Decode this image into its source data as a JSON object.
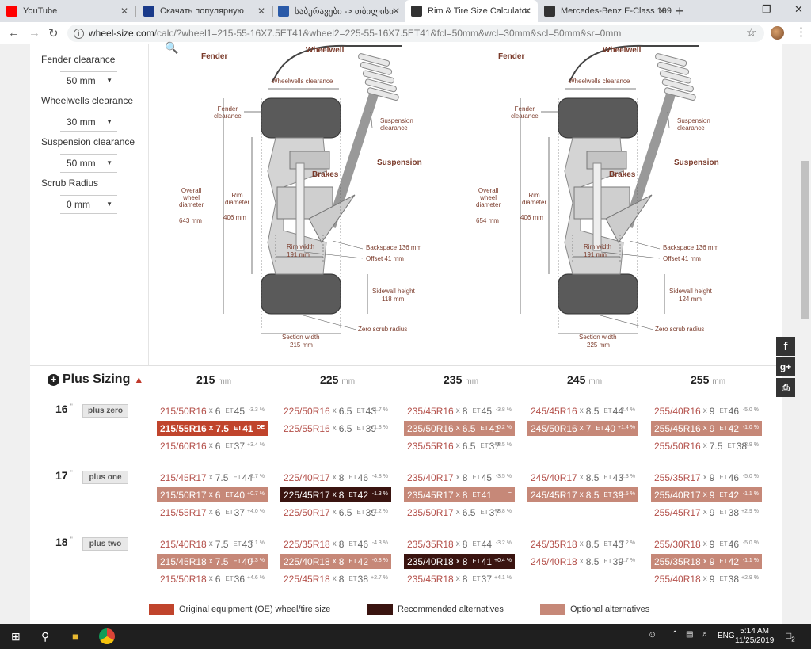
{
  "browser": {
    "tabs": [
      {
        "title": "YouTube",
        "icon": "youtube-icon",
        "color": "#ff0000"
      },
      {
        "title": "Скачать популярную",
        "icon": "music-icon",
        "color": "#1a3a8a"
      },
      {
        "title": "საბურავები -> თბილისი",
        "icon": "site-icon",
        "color": "#2a5aa8"
      },
      {
        "title": "Rim & Tire Size Calculator.",
        "icon": "wheel-size-icon",
        "color": "#333333"
      },
      {
        "title": "Mercedes-Benz E-Class 199",
        "icon": "wheel-size-icon",
        "color": "#333333"
      }
    ],
    "url_domain": "wheel-size.com",
    "url_rest": "/calc/?wheel1=215-55-16X7.5ET41&wheel2=225-55-16X7.5ET41&fcl=50mm&wcl=30mm&scl=50mm&sr=0mm"
  },
  "settings": [
    {
      "label": "Fender clearance",
      "value": "50 mm"
    },
    {
      "label": "Wheelwells clearance",
      "value": "30 mm"
    },
    {
      "label": "Suspension clearance",
      "value": "50 mm"
    },
    {
      "label": "Scrub Radius",
      "value": "0 mm"
    }
  ],
  "diagram_labels": {
    "fender": "Fender",
    "wheelwell": "Wheelwell",
    "wheelwells_clearance": "Wheelwells clearance",
    "fender_clearance": "Fender\nclearance",
    "suspension_clearance": "Suspension\nclearance",
    "suspension": "Suspension",
    "brakes": "Brakes",
    "overall_diameter": "Overall\nwheel\ndiameter",
    "rim_diameter": "Rim\ndiameter",
    "rim_width": "Rim width",
    "sidewall_height": "Sidewall height",
    "zero_scrub": "Zero scrub radius",
    "section_width": "Section width"
  },
  "diagrams": [
    {
      "overall": "643 mm",
      "rim_dia": "406 mm",
      "backspace": "Backspace 136 mm",
      "offset": "Offset 41 mm",
      "rim_width": "191 mm",
      "sidewall": "118 mm",
      "section": "215 mm"
    },
    {
      "overall": "654 mm",
      "rim_dia": "406 mm",
      "backspace": "Backspace 136 mm",
      "offset": "Offset 41 mm",
      "rim_width": "191 mm",
      "sidewall": "124 mm",
      "section": "225 mm"
    }
  ],
  "plus_sizing": {
    "title": "Plus Sizing",
    "unit": "mm",
    "widths": [
      "215",
      "225",
      "235",
      "245",
      "255"
    ],
    "rows": [
      {
        "rim": "16",
        "label": "plus zero",
        "cols": [
          [
            {
              "s": "215/50R16",
              "w": "6",
              "et": "45",
              "p": "-3.3 %",
              "t": "plain"
            },
            {
              "s": "215/55R16",
              "w": "7.5",
              "et": "41",
              "p": "OE",
              "t": "oe"
            },
            {
              "s": "215/60R16",
              "w": "6",
              "et": "37",
              "p": "+3.4 %",
              "t": "plain"
            }
          ],
          [
            {
              "s": "225/50R16",
              "w": "6.5",
              "et": "43",
              "p": "-1.7 %",
              "t": "plain"
            },
            {
              "s": "225/55R16",
              "w": "6.5",
              "et": "39",
              "p": "+1.8 %",
              "t": "plain"
            }
          ],
          [
            {
              "s": "235/45R16",
              "w": "8",
              "et": "45",
              "p": "-3.8 %",
              "t": "plain"
            },
            {
              "s": "235/50R16",
              "w": "6.5",
              "et": "41",
              "p": "-0.2 %",
              "t": "opt"
            },
            {
              "s": "235/55R16",
              "w": "6.5",
              "et": "37",
              "p": "+3.5 %",
              "t": "plain"
            }
          ],
          [
            {
              "s": "245/45R16",
              "w": "8.5",
              "et": "44",
              "p": "-2.4 %",
              "t": "plain"
            },
            {
              "s": "245/50R16",
              "w": "7",
              "et": "40",
              "p": "+1.4 %",
              "t": "opt"
            }
          ],
          [
            {
              "s": "255/40R16",
              "w": "9",
              "et": "46",
              "p": "-5.0 %",
              "t": "plain"
            },
            {
              "s": "255/45R16",
              "w": "9",
              "et": "42",
              "p": "-1.0 %",
              "t": "opt"
            },
            {
              "s": "255/50R16",
              "w": "7.5",
              "et": "38",
              "p": "+2.9 %",
              "t": "plain"
            }
          ]
        ]
      },
      {
        "rim": "17",
        "label": "plus one",
        "cols": [
          [
            {
              "s": "215/45R17",
              "w": "7.5",
              "et": "44",
              "p": "-2.7 %",
              "t": "plain"
            },
            {
              "s": "215/50R17",
              "w": "6",
              "et": "40",
              "p": "+0.7 %",
              "t": "opt"
            },
            {
              "s": "215/55R17",
              "w": "6",
              "et": "37",
              "p": "+4.0 %",
              "t": "plain"
            }
          ],
          [
            {
              "s": "225/40R17",
              "w": "8",
              "et": "46",
              "p": "-4.8 %",
              "t": "plain"
            },
            {
              "s": "225/45R17",
              "w": "8",
              "et": "42",
              "p": "-1.3 %",
              "t": "rec"
            },
            {
              "s": "225/50R17",
              "w": "6.5",
              "et": "39",
              "p": "+2.2 %",
              "t": "plain"
            }
          ],
          [
            {
              "s": "235/40R17",
              "w": "8",
              "et": "45",
              "p": "-3.5 %",
              "t": "plain"
            },
            {
              "s": "235/45R17",
              "w": "8",
              "et": "41",
              "p": "=",
              "t": "opt"
            },
            {
              "s": "235/50R17",
              "w": "6.5",
              "et": "37",
              "p": "+3.8 %",
              "t": "plain"
            }
          ],
          [
            {
              "s": "245/40R17",
              "w": "8.5",
              "et": "43",
              "p": "-2.3 %",
              "t": "plain"
            },
            {
              "s": "245/45R17",
              "w": "8.5",
              "et": "39",
              "p": "+1.5 %",
              "t": "opt"
            }
          ],
          [
            {
              "s": "255/35R17",
              "w": "9",
              "et": "46",
              "p": "-5.0 %",
              "t": "plain"
            },
            {
              "s": "255/40R17",
              "w": "9",
              "et": "42",
              "p": "-1.1 %",
              "t": "opt"
            },
            {
              "s": "255/45R17",
              "w": "9",
              "et": "38",
              "p": "+2.9 %",
              "t": "plain"
            }
          ]
        ]
      },
      {
        "rim": "18",
        "label": "plus two",
        "cols": [
          [
            {
              "s": "215/40R18",
              "w": "7.5",
              "et": "43",
              "p": "-2.1 %",
              "t": "plain"
            },
            {
              "s": "215/45R18",
              "w": "7.5",
              "et": "40",
              "p": "+1.3 %",
              "t": "opt"
            },
            {
              "s": "215/50R18",
              "w": "6",
              "et": "36",
              "p": "+4.6 %",
              "t": "plain"
            }
          ],
          [
            {
              "s": "225/35R18",
              "w": "8",
              "et": "46",
              "p": "-4.3 %",
              "t": "plain"
            },
            {
              "s": "225/40R18",
              "w": "8",
              "et": "42",
              "p": "-0.8 %",
              "t": "opt"
            },
            {
              "s": "225/45R18",
              "w": "8",
              "et": "38",
              "p": "+2.7 %",
              "t": "plain"
            }
          ],
          [
            {
              "s": "235/35R18",
              "w": "8",
              "et": "44",
              "p": "-3.2 %",
              "t": "plain"
            },
            {
              "s": "235/40R18",
              "w": "8",
              "et": "41",
              "p": "+0.4 %",
              "t": "rec"
            },
            {
              "s": "235/45R18",
              "w": "8",
              "et": "37",
              "p": "+4.1 %",
              "t": "plain"
            }
          ],
          [
            {
              "s": "245/35R18",
              "w": "8.5",
              "et": "43",
              "p": "-2.2 %",
              "t": "plain"
            },
            {
              "s": "245/40R18",
              "w": "8.5",
              "et": "39",
              "p": "+1.7 %",
              "t": "plain"
            }
          ],
          [
            {
              "s": "255/30R18",
              "w": "9",
              "et": "46",
              "p": "-5.0 %",
              "t": "plain"
            },
            {
              "s": "255/35R18",
              "w": "9",
              "et": "42",
              "p": "-1.1 %",
              "t": "opt"
            },
            {
              "s": "255/40R18",
              "w": "9",
              "et": "38",
              "p": "+2.9 %",
              "t": "plain"
            }
          ]
        ]
      }
    ],
    "legend": [
      {
        "label": "Original equipment (OE) wheel/tire size",
        "color": "#c0442c"
      },
      {
        "label": "Recommended alternatives",
        "color": "#3a1410"
      },
      {
        "label": "Optional alternatives",
        "color": "#c68878"
      }
    ]
  },
  "taskbar": {
    "lang": "ENG",
    "time": "5:14 AM",
    "date": "11/25/2019",
    "notif_count": "2"
  }
}
